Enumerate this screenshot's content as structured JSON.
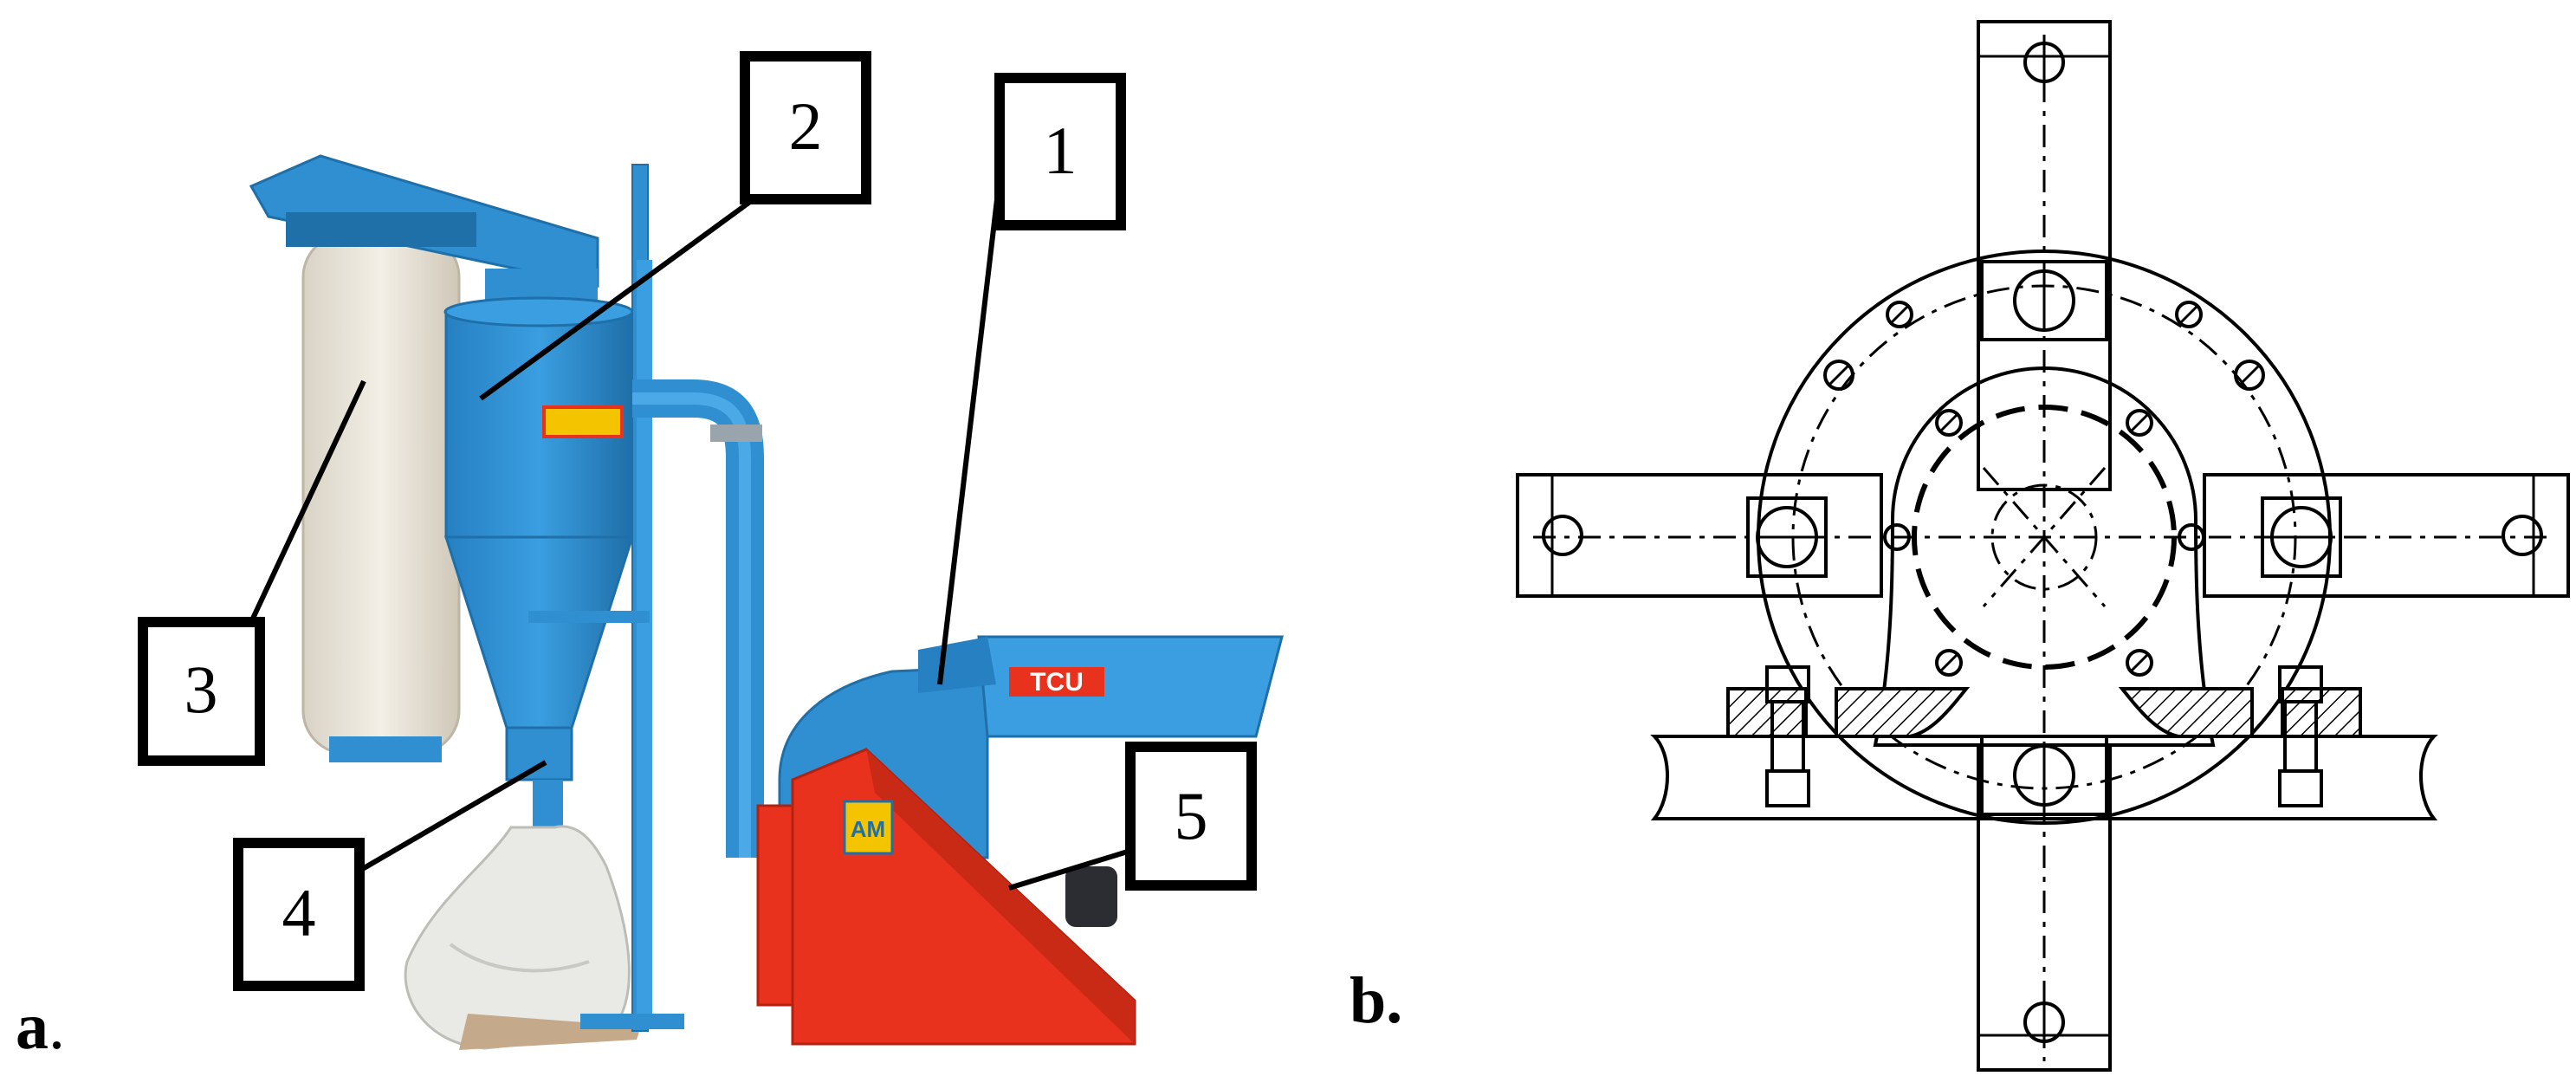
{
  "panels": {
    "a": {
      "label": "a",
      "suffix": "."
    },
    "b": {
      "label": "b."
    }
  },
  "callouts": [
    {
      "id": "1",
      "text": "1"
    },
    {
      "id": "2",
      "text": "2"
    },
    {
      "id": "3",
      "text": "3"
    },
    {
      "id": "4",
      "text": "4"
    },
    {
      "id": "5",
      "text": "5"
    }
  ],
  "machine": {
    "brand_text": "TCU",
    "badge_text": "AM",
    "colors": {
      "body_blue": "#2f8fd0",
      "body_blue_dark": "#1f6fa8",
      "guard_red": "#e8321e",
      "guard_red_dark": "#b5210f",
      "bag_canvas": "#ece7dc",
      "sack_white": "#e9e9e6"
    }
  }
}
